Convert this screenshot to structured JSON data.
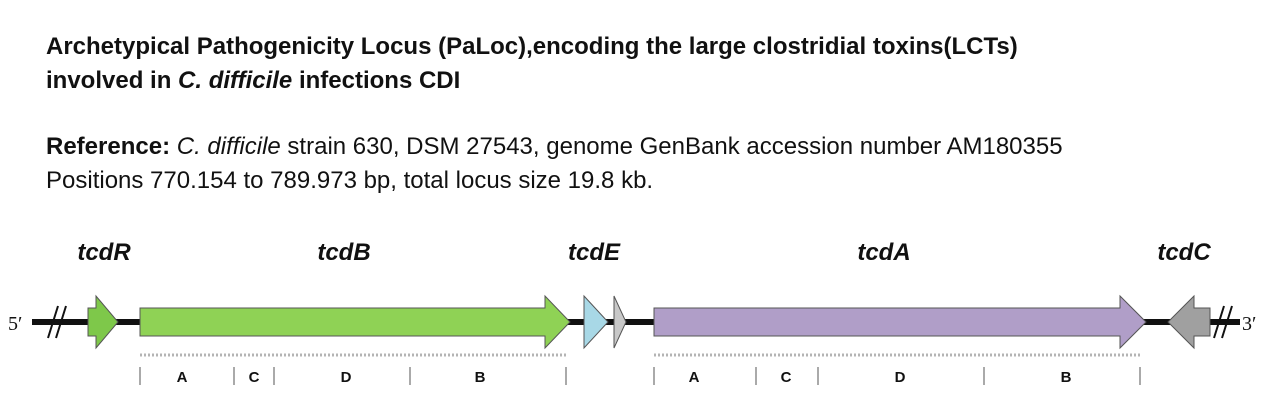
{
  "title": {
    "line1": "Archetypical Pathogenicity Locus (PaLoc),encoding the large clostridial toxins(LCTs)",
    "line2_prefix": "involved in ",
    "line2_italic": "C. difficile",
    "line2_suffix": " infections CDI"
  },
  "reference": {
    "label": "Reference:",
    "organism": "C. difficile",
    "line1_rest": " strain 630, DSM 27543, genome GenBank accession number AM180355",
    "line2": "Positions 770.154 to 789.973 bp, total locus size 19.8 kb."
  },
  "locus": {
    "five_prime": "5′",
    "three_prime": "3′",
    "genes": {
      "tcdR": {
        "name": "tcdR",
        "color": "#7ec84a"
      },
      "tcdB": {
        "name": "tcdB",
        "color": "#8fd255"
      },
      "tcdE": {
        "name": "tcdE",
        "color": "#a8d8e6"
      },
      "orf": {
        "color": "#c8c8c8"
      },
      "tcdA": {
        "name": "tcdA",
        "color": "#b09ec8"
      },
      "tcdC": {
        "name": "tcdC",
        "color": "#a0a0a0"
      }
    },
    "tcdB_domains": [
      "A",
      "C",
      "D",
      "B"
    ],
    "tcdA_domains": [
      "A",
      "C",
      "D",
      "B"
    ]
  }
}
